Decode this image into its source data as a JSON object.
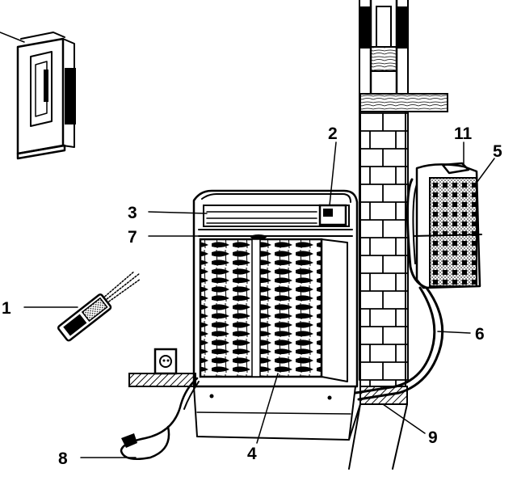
{
  "callouts": [
    {
      "id": "1",
      "label": "1"
    },
    {
      "id": "2",
      "label": "2"
    },
    {
      "id": "3",
      "label": "3"
    },
    {
      "id": "4",
      "label": "4"
    },
    {
      "id": "5",
      "label": "5"
    },
    {
      "id": "6",
      "label": "6"
    },
    {
      "id": "7",
      "label": "7"
    },
    {
      "id": "8",
      "label": "8"
    },
    {
      "id": "9",
      "label": "9"
    },
    {
      "id": "11",
      "label": "11"
    }
  ]
}
